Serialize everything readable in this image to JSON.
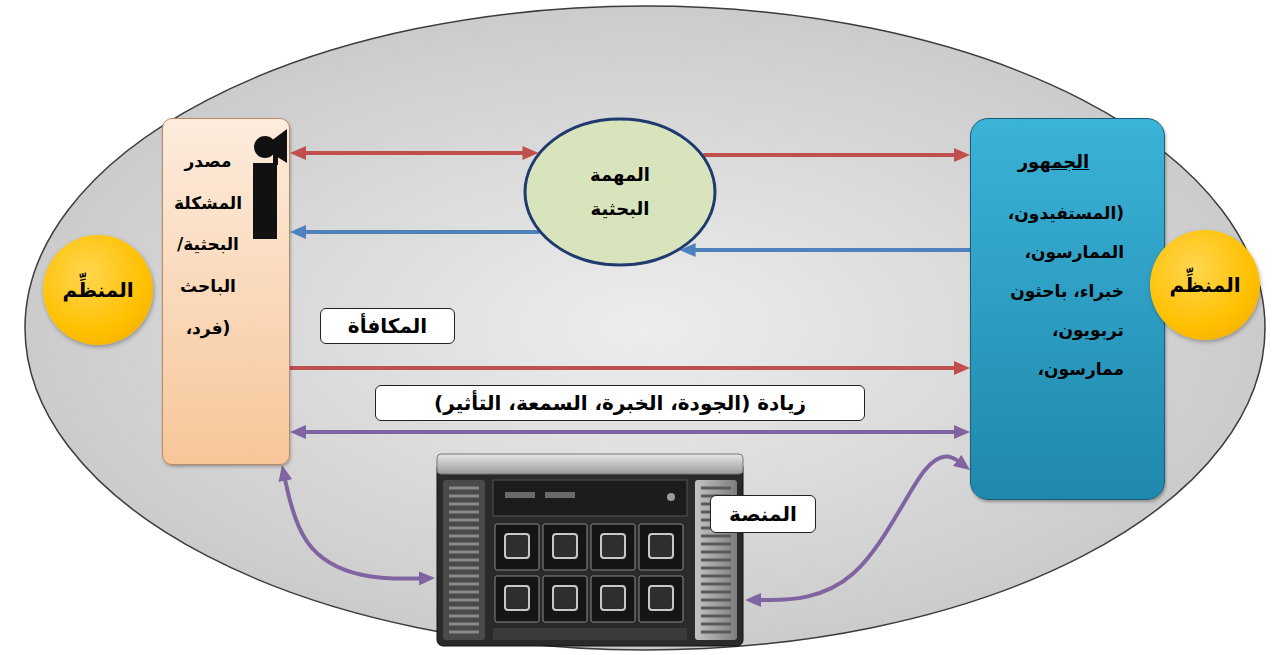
{
  "diagram": {
    "nodes": [
      {
        "text": [
          "المنظِّم"
        ]
      },
      {
        "text": [
          "مصدر المشكلة البحثية/ الباحث (فرد،"
        ]
      },
      {
        "text": [
          "المهمة البحثية"
        ]
      },
      {
        "text": [
          "الجمهور",
          "(المستفيدون، الممارسون، خبراء، باحثون تربويون، ممارسون،"
        ]
      },
      {
        "text": [
          "المنظِّم"
        ]
      },
      {
        "text": [
          "المنصة"
        ]
      }
    ],
    "edges": [
      {
        "from": 1,
        "to": 2,
        "arrow": "both"
      },
      {
        "from": 2,
        "to": 3,
        "arrow": "to"
      },
      {
        "from": 3,
        "to": 2,
        "arrow": "to"
      },
      {
        "from": 2,
        "to": 1,
        "arrow": "to"
      },
      {
        "from": 1,
        "to": 3,
        "label": "المكافأة",
        "arrow": "to"
      },
      {
        "from": 1,
        "to": 3,
        "label": "زيادة (الجودة، الخبرة، السمعة، التأثير)",
        "arrow": "both"
      },
      {
        "from": 1,
        "to": 5,
        "arrow": "both"
      },
      {
        "from": 5,
        "to": 3,
        "arrow": "both"
      }
    ]
  }
}
